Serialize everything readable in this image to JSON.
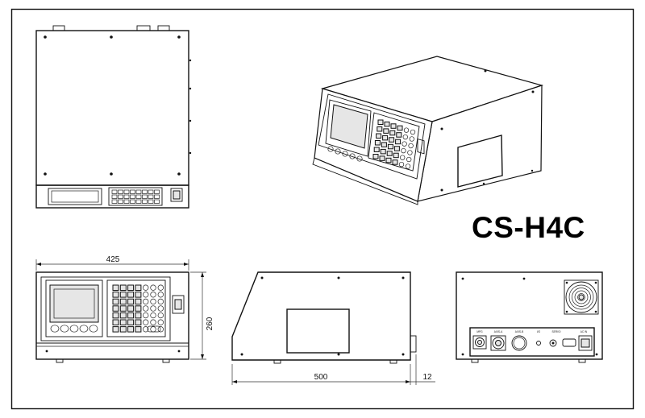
{
  "model_title": "CS-H4C",
  "dimensions": {
    "width": "425",
    "height": "260",
    "depth": "500",
    "protrusion": "12"
  },
  "rear_panel_labels": [
    "MPG",
    "AXIS-A",
    "AXIS-B",
    "I/O",
    "SERVO",
    "AC IN"
  ]
}
